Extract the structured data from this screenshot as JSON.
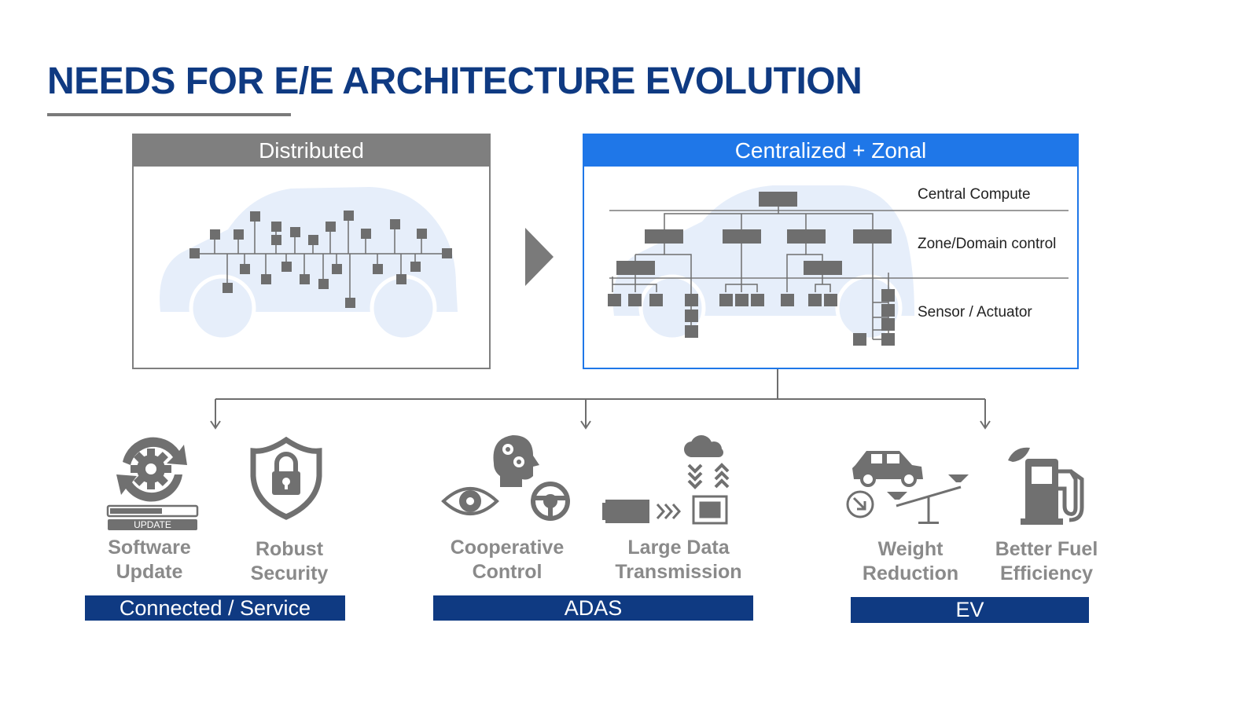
{
  "title": "NEEDS FOR E/E ARCHITECTURE EVOLUTION",
  "panels": {
    "distributed": {
      "label": "Distributed"
    },
    "centralized": {
      "label": "Centralized + Zonal",
      "layers": [
        "Central Compute",
        "Zone/Domain control",
        "Sensor / Actuator"
      ]
    }
  },
  "features": {
    "software_update": {
      "label": "Software\nUpdate",
      "icon_text": "UPDATE"
    },
    "robust_security": {
      "label": "Robust\nSecurity"
    },
    "cooperative_control": {
      "label": "Cooperative\nControl"
    },
    "large_data": {
      "label": "Large Data\nTransmission"
    },
    "weight_reduction": {
      "label": "Weight\nReduction"
    },
    "fuel_efficiency": {
      "label": "Better Fuel\nEfficiency"
    }
  },
  "categories": [
    "Connected / Service",
    "ADAS",
    "EV"
  ],
  "colors": {
    "title": "#0f3a82",
    "accent_blue": "#1f77e8",
    "category_bar": "#0f3a82",
    "node_gray": "#6e6e6e",
    "car_silhouette": "#e6eefa"
  }
}
